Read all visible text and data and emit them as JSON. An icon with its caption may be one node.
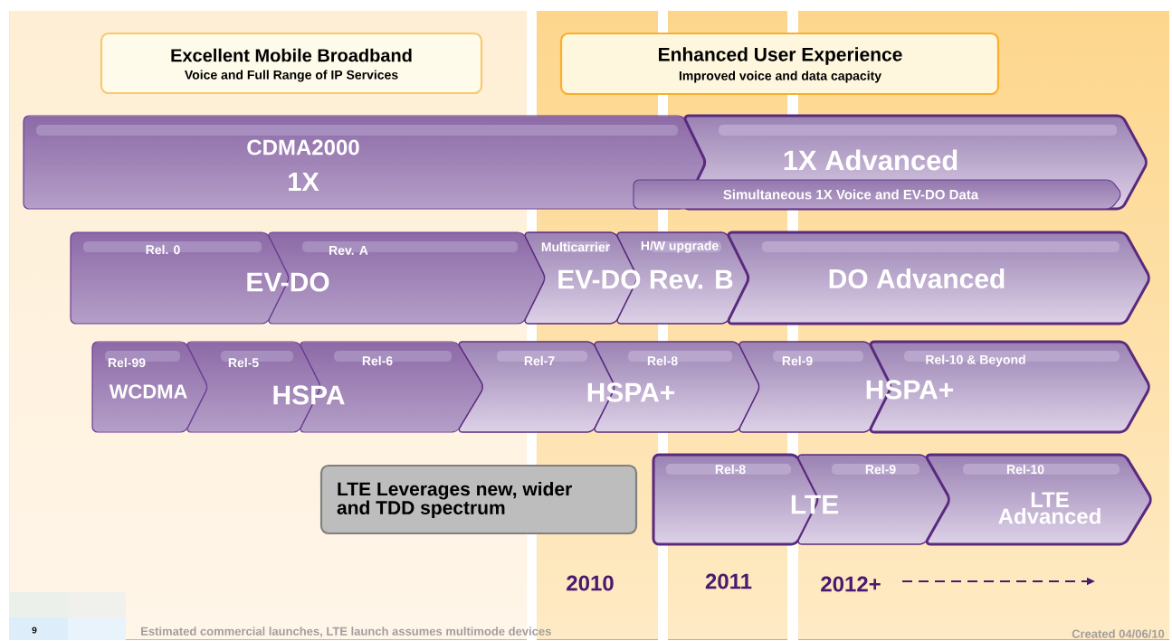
{
  "diagram": {
    "nodes": [
      {
        "text": [
          "Excellent Mobile Broadband",
          "Voice and Full Range of IP Services"
        ]
      },
      {
        "text": [
          "Enhanced User Experience",
          "Improved voice and data capacity"
        ]
      },
      {
        "text": [
          "CDMA2000",
          "1X"
        ]
      },
      {
        "text": [
          "1X Advanced"
        ]
      },
      {
        "text": [
          "Simultaneous 1X Voice and EV-DO Data"
        ]
      },
      {
        "text": [
          "Rel. 0"
        ]
      },
      {
        "text": [
          "Rev. A"
        ]
      },
      {
        "text": [
          "Multicarrier"
        ]
      },
      {
        "text": [
          "H/W upgrade"
        ]
      },
      {
        "text": [
          "DO Advanced"
        ]
      },
      {
        "text": [
          "Rel-99",
          "WCDMA"
        ]
      },
      {
        "text": [
          "Rel-5"
        ]
      },
      {
        "text": [
          "Rel-6"
        ]
      },
      {
        "text": [
          "Rel-7"
        ]
      },
      {
        "text": [
          "Rel-8"
        ]
      },
      {
        "text": [
          "Rel-9"
        ]
      },
      {
        "text": [
          "Rel-10 & Beyond"
        ]
      },
      {
        "text": [
          "LTE Leverages new, wider and TDD spectrum"
        ]
      },
      {
        "text": [
          "Rel-8"
        ]
      },
      {
        "text": [
          "Rel-9"
        ]
      },
      {
        "text": [
          "Rel-10",
          "LTE Advanced"
        ]
      }
    ],
    "labels": [
      "EV-DO",
      "EV-DO Rev. B",
      "HSPA",
      "HSPA+",
      "HSPA+",
      "LTE",
      "2010",
      "2011",
      "2012+",
      "9",
      "Estimated commercial launches, LTE launch assumes multimode devices",
      "Created 04/06/10"
    ]
  }
}
